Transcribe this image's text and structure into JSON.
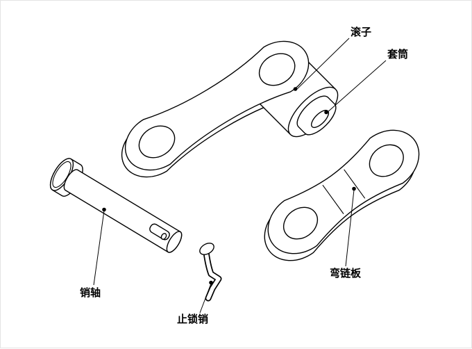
{
  "diagram": {
    "background_color": "#ffffff",
    "line_color": "#000000",
    "labels": {
      "roller": "滚子",
      "sleeve": "套筒",
      "bent_link_plate": "弯链板",
      "pin": "销轴",
      "lock_pin": "止锁销"
    }
  }
}
